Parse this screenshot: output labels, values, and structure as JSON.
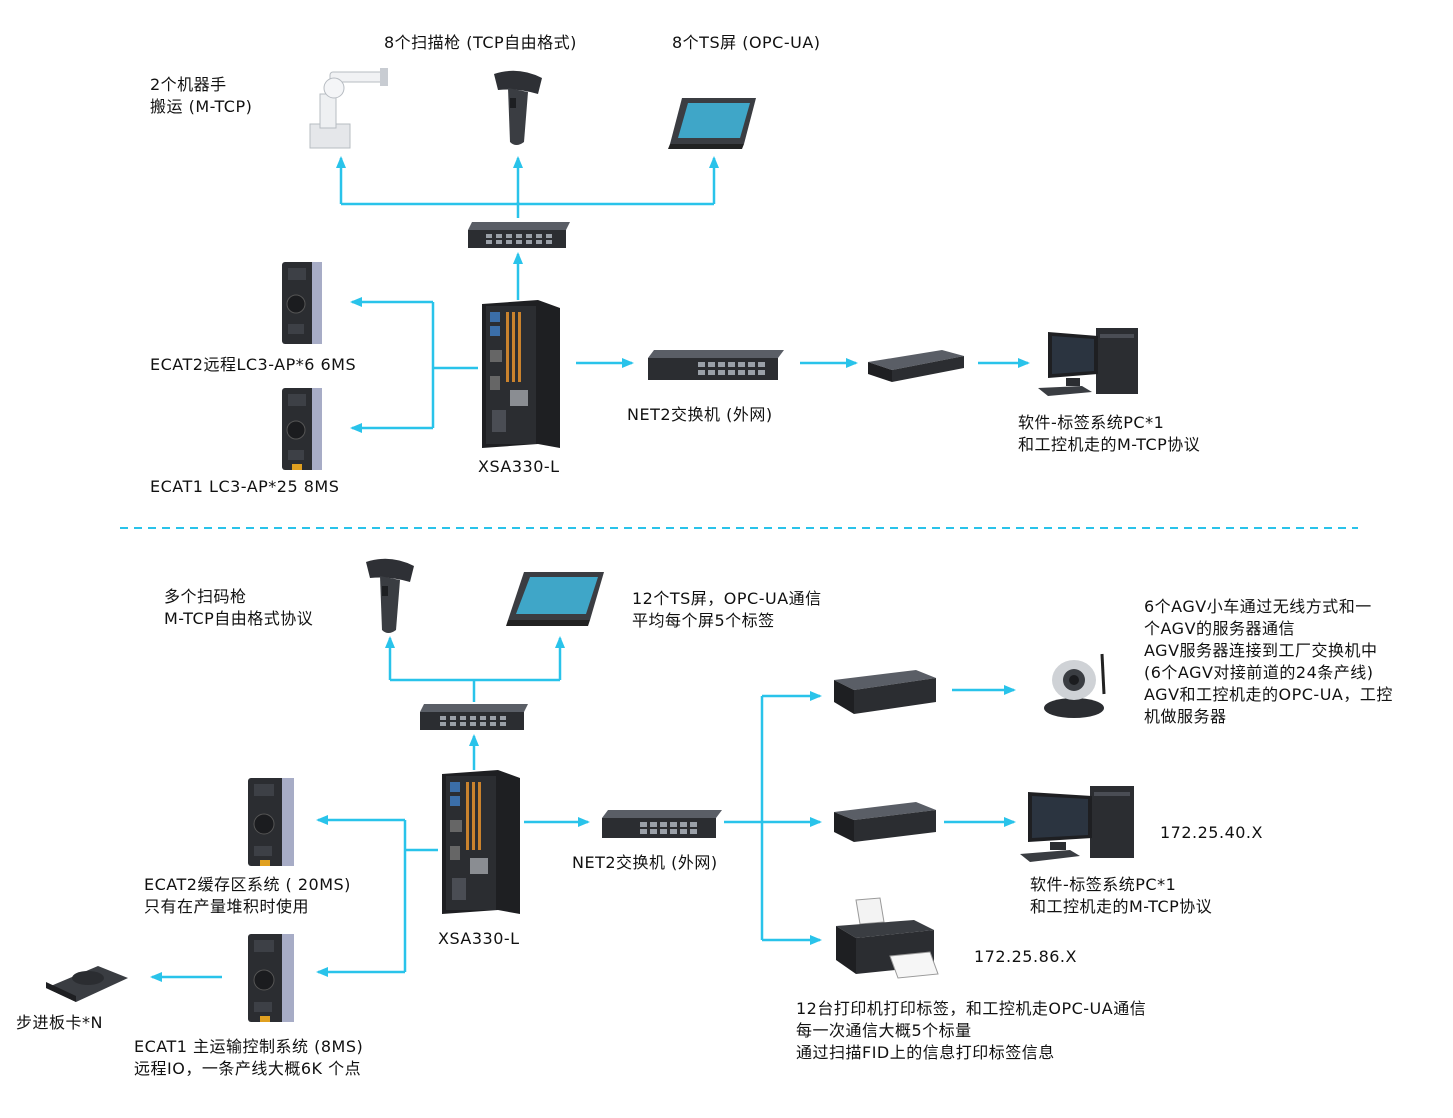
{
  "colors": {
    "wire": "#29c3ea",
    "divider": "#29c3ea",
    "device_dark": "#2b2d31",
    "device_mid": "#4a4d54",
    "screen": "#3fa6c8"
  },
  "top": {
    "robot": {
      "icon": "robot-arm-icon",
      "lines": [
        "2个机器手",
        "搬运 (M-TCP)"
      ]
    },
    "scanner": {
      "icon": "barcode-scanner-icon",
      "label": "8个扫描枪 (TCP自由格式)"
    },
    "ts": {
      "icon": "touch-screen-icon",
      "label": "8个TS屏 (OPC-UA)"
    },
    "switch": {
      "icon": "network-switch-icon"
    },
    "lc3_remote": {
      "icon": "servo-drive-icon",
      "label": "ECAT2远程LC3-AP*6   6MS"
    },
    "lc3_main": {
      "icon": "servo-drive-icon",
      "label": "ECAT1  LC3-AP*25   8MS"
    },
    "controller": {
      "icon": "industrial-pc-icon",
      "label": "XSA330-L"
    },
    "net2": {
      "icon": "network-switch-icon",
      "label": "NET2交换机 (外网)"
    },
    "switch2": {
      "icon": "network-switch-icon"
    },
    "pc": {
      "icon": "desktop-pc-icon",
      "lines": [
        "软件-标签系统PC*1",
        "和工控机走的M-TCP协议"
      ]
    }
  },
  "bottom": {
    "scanner": {
      "icon": "barcode-scanner-icon",
      "lines": [
        "多个扫码枪",
        "M-TCP自由格式协议"
      ]
    },
    "ts": {
      "icon": "touch-screen-icon",
      "lines": [
        "12个TS屏，OPC-UA通信",
        "平均每个屏5个标签"
      ]
    },
    "switch": {
      "icon": "network-switch-icon"
    },
    "buffer": {
      "icon": "servo-drive-icon",
      "lines": [
        "ECAT2缓存区系统 (  20MS)",
        "只有在产量堆积时使用"
      ]
    },
    "main_ctrl": {
      "icon": "servo-drive-icon",
      "lines": [
        "ECAT1 主运输控制系统 (8MS)",
        "远程IO，一条产线大概6K 个点"
      ]
    },
    "stepper": {
      "icon": "stepper-card-icon",
      "label": "步进板卡*N"
    },
    "controller": {
      "icon": "industrial-pc-icon",
      "label": "XSA330-L"
    },
    "net2": {
      "icon": "network-switch-icon",
      "label": "NET2交换机 (外网)"
    },
    "agv_switch": {
      "icon": "network-switch-icon"
    },
    "agv": {
      "icon": "camera-icon",
      "lines": [
        "6个AGV小车通过无线方式和一",
        "个AGV的服务器通信",
        "AGV服务器连接到工厂交换机中",
        "(6个AGV对接前道的24条产线)",
        "AGV和工控机走的OPC-UA，工控",
        "机做服务器"
      ]
    },
    "pc_switch": {
      "icon": "network-switch-icon"
    },
    "pc": {
      "icon": "desktop-pc-icon",
      "ip": "172.25.40.X",
      "lines": [
        "软件-标签系统PC*1",
        "和工控机走的M-TCP协议"
      ]
    },
    "printer": {
      "icon": "printer-icon",
      "ip": "172.25.86.X",
      "lines": [
        "12台打印机打印标签，和工控机走OPC-UA通信",
        "每一次通信大概5个标量",
        "通过扫描FID上的信息打印标签信息"
      ]
    }
  }
}
